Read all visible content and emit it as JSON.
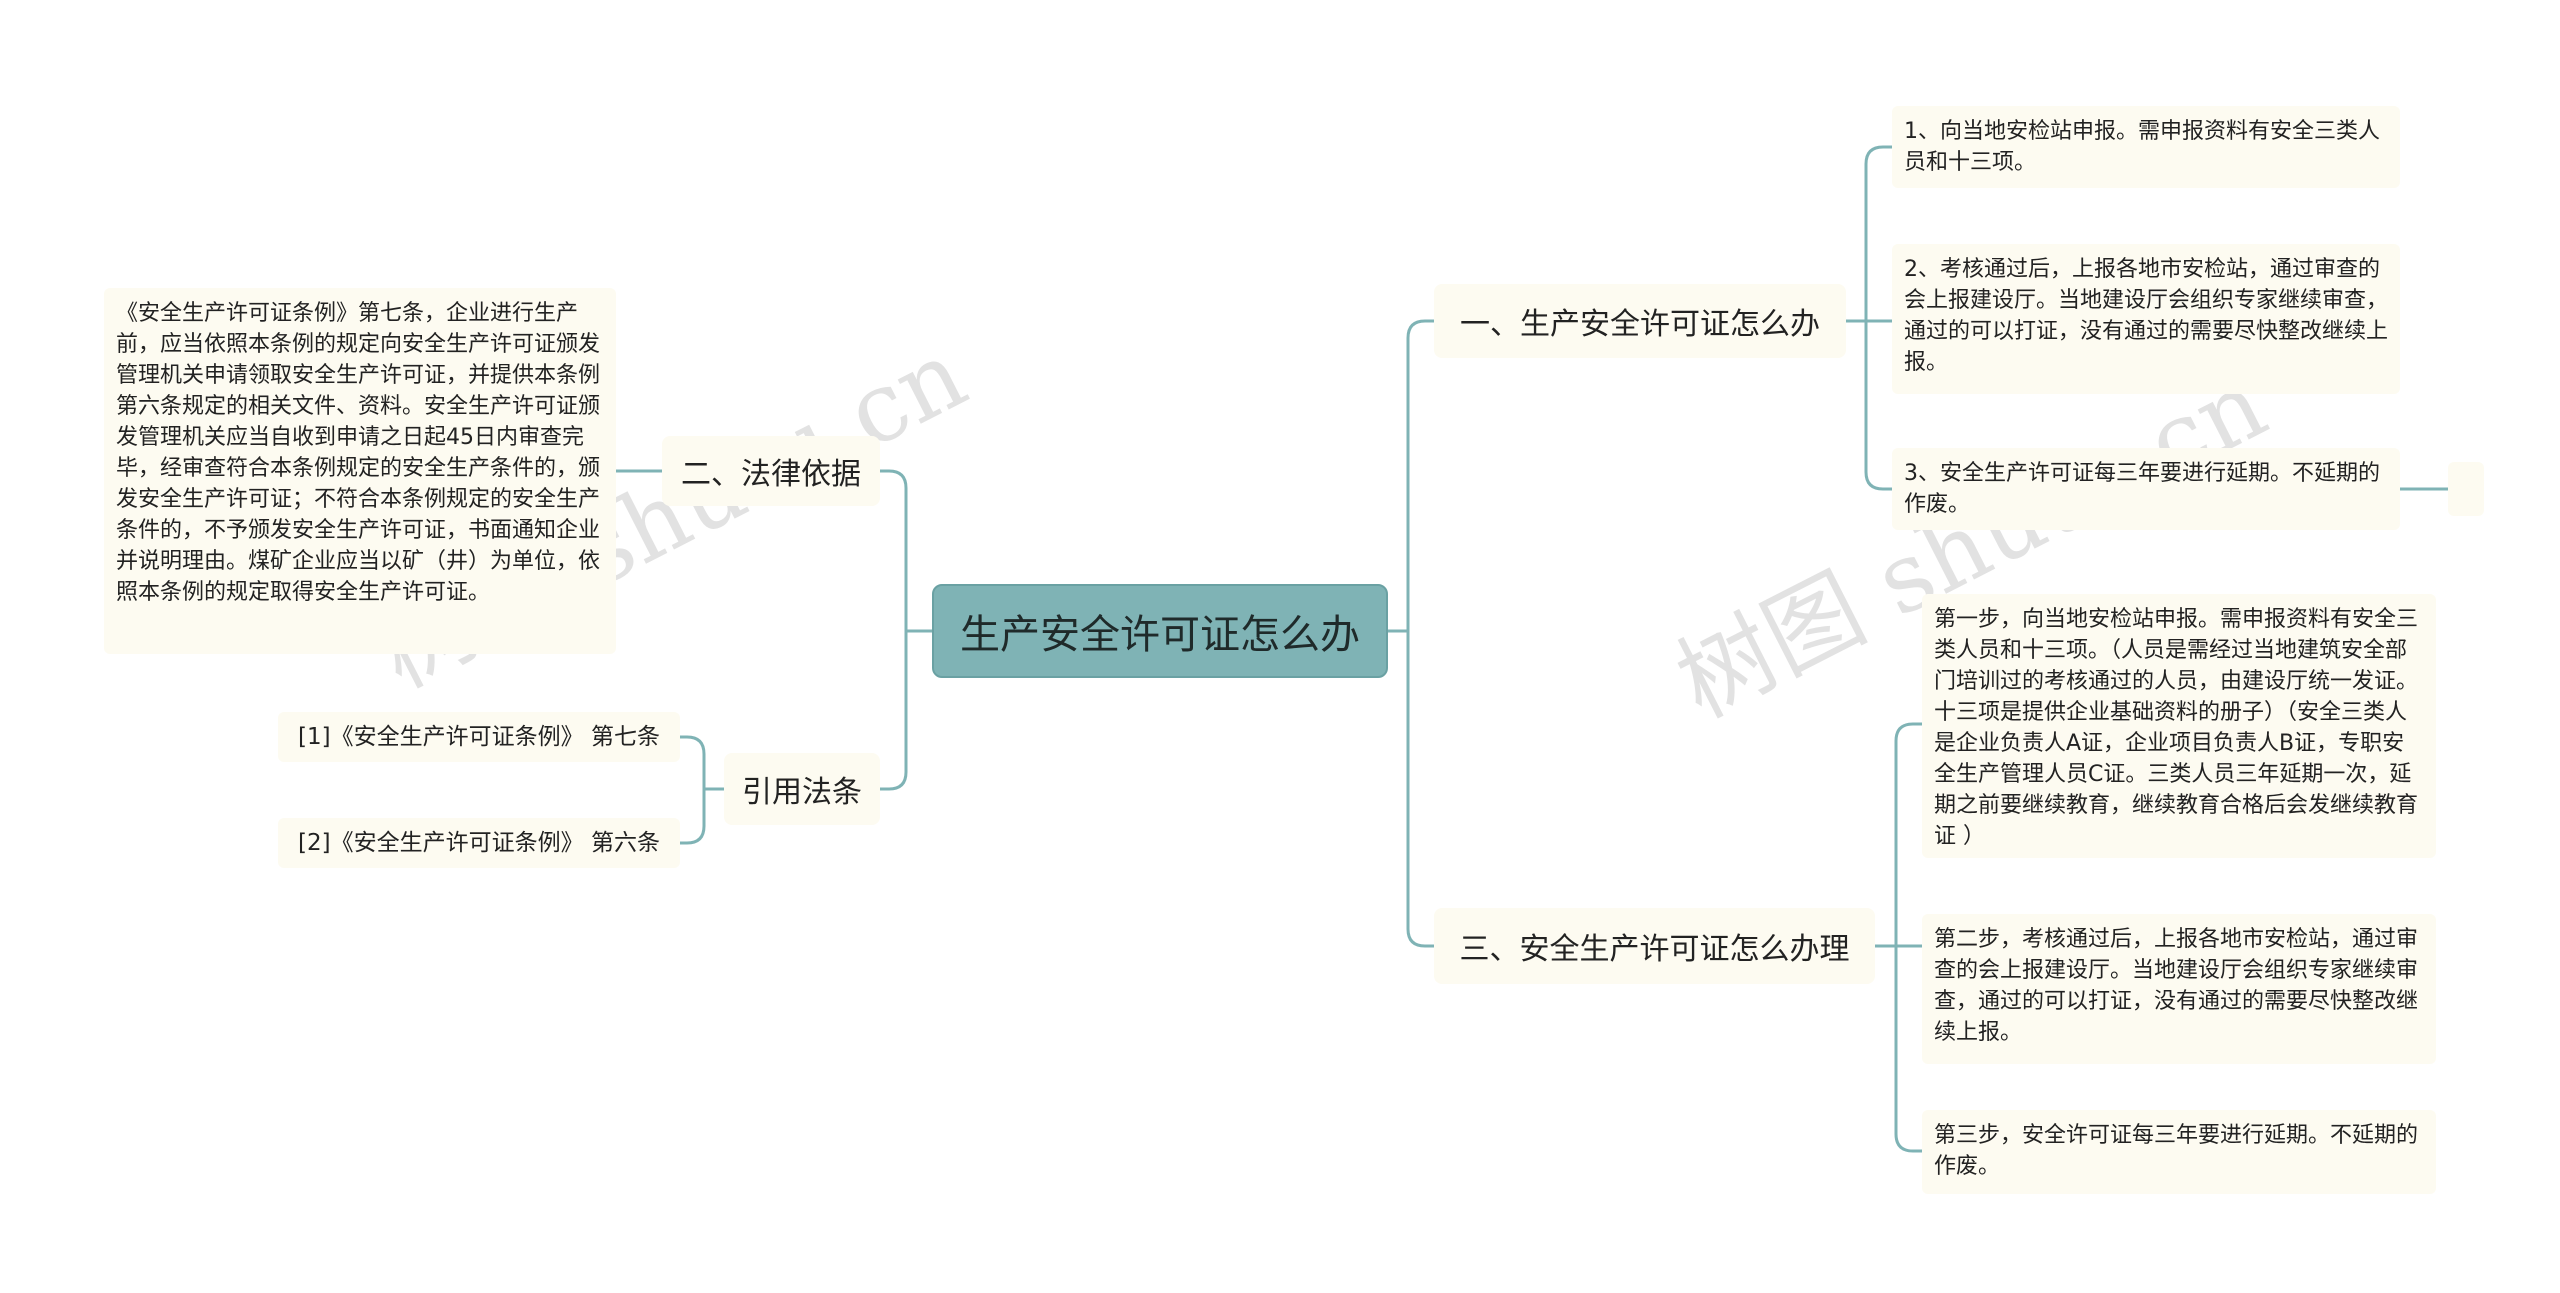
{
  "root": {
    "label": "生产安全许可证怎么办"
  },
  "branches": {
    "b1": {
      "label": "一、生产安全许可证怎么办"
    },
    "b2": {
      "label": "二、法律依据"
    },
    "b3": {
      "label": "三、安全生产许可证怎么办理"
    },
    "b4": {
      "label": "引用法条"
    }
  },
  "b1_children": [
    "1、向当地安检站申报。需申报资料有安全三类人员和十三项。",
    "2、考核通过后，上报各地市安检站，通过审查的会上报建设厅。当地建设厅会组织专家继续审查，通过的可以打证，没有通过的需要尽快整改继续上报。",
    "3、安全生产许可证每三年要进行延期。不延期的作废。"
  ],
  "b2_children": [
    "《安全生产许可证条例》第七条，企业进行生产前，应当依照本条例的规定向安全生产许可证颁发管理机关申请领取安全生产许可证，并提供本条例第六条规定的相关文件、资料。安全生产许可证颁发管理机关应当自收到申请之日起45日内审查完毕，经审查符合本条例规定的安全生产条件的，颁发安全生产许可证；不符合本条例规定的安全生产条件的，不予颁发安全生产许可证，书面通知企业并说明理由。煤矿企业应当以矿（井）为单位，依照本条例的规定取得安全生产许可证。"
  ],
  "b3_children": [
    "第一步，向当地安检站申报。需申报资料有安全三类人员和十三项。（人员是需经过当地建筑安全部门培训过的考核通过的人员，由建设厅统一发证。十三项是提供企业基础资料的册子）（安全三类人是企业负责人A证，企业项目负责人B证，专职安全生产管理人员C证。三类人员三年延期一次，延期之前要继续教育，继续教育合格后会发继续教育证 ）",
    "第二步，考核通过后，上报各地市安检站，通过审查的会上报建设厅。当地建设厅会组织专家继续审查，通过的可以打证，没有通过的需要尽快整改继续上报。",
    "第三步，安全许可证每三年要进行延期。不延期的作废。"
  ],
  "b4_children": [
    "[1]《安全生产许可证条例》 第七条",
    "[2]《安全生产许可证条例》 第六条"
  ],
  "watermarks": [
    "树图 shutu.cn",
    "树图 shutu.cn"
  ],
  "colors": {
    "line": "#7fb3b5",
    "root_fill": "#7fb3b5",
    "node_fill": "#fdfbf1"
  }
}
